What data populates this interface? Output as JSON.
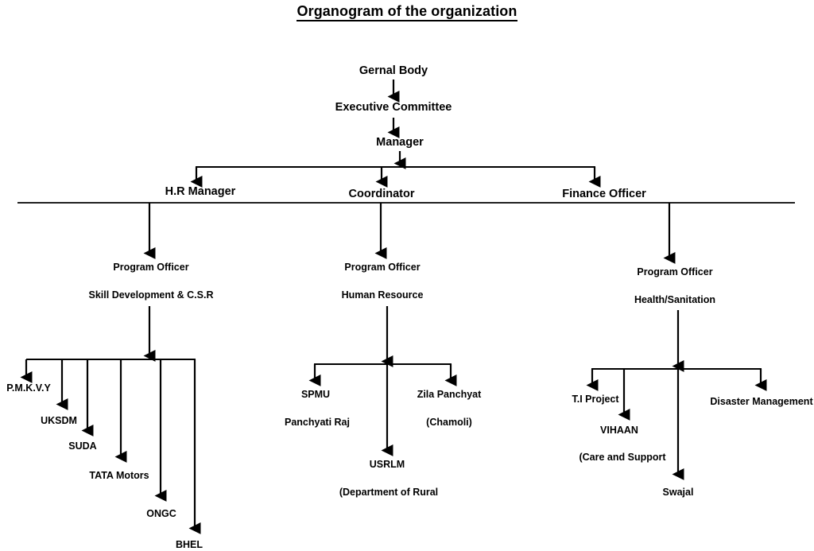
{
  "title": "Organogram of the organization",
  "colors": {
    "ink": "#000000",
    "background": "#ffffff"
  },
  "nodes": {
    "general_body": "Gernal Body",
    "executive_committee": "Executive Committee",
    "manager": "Manager",
    "hr_manager": "H.R Manager",
    "coordinator": "Coordinator",
    "finance_officer": "Finance Officer",
    "po_left": "Program Officer",
    "po_left_sub": "Skill Development & C.S.R",
    "po_mid": "Program Officer",
    "po_mid_sub": "Human Resource",
    "po_right": "Program Officer",
    "po_right_sub": "Health/Sanitation",
    "pmkvy": "P.M.K.V.Y",
    "uksdm": "UKSDM",
    "suda": "SUDA",
    "tata_motors": "TATA Motors",
    "ongc": "ONGC",
    "bhel": "BHEL",
    "spmu": "SPMU",
    "spmu_sub": "Panchyati Raj",
    "usrlm": "USRLM",
    "usrlm_sub": "(Department of Rural",
    "zila_panchyat": "Zila Panchyat",
    "zila_panchyat_sub": "(Chamoli)",
    "ti_project": "T.I Project",
    "vihaan": "VIHAAN",
    "vihaan_sub": "(Care and Support",
    "swajal": "Swajal",
    "disaster_management": "Disaster Management"
  },
  "chart_data": {
    "type": "diagram",
    "title": "Organogram of the organization",
    "orientation": "top-down",
    "levels": [
      {
        "level": 0,
        "items": [
          "Gernal Body"
        ]
      },
      {
        "level": 1,
        "items": [
          "Executive Committee"
        ]
      },
      {
        "level": 2,
        "items": [
          "Manager"
        ]
      },
      {
        "level": 3,
        "items": [
          "H.R Manager",
          "Coordinator",
          "Finance Officer"
        ]
      },
      {
        "level": 4,
        "items": [
          "Program Officer - Skill Development & C.S.R",
          "Program Officer - Human Resource",
          "Program Officer - Health/Sanitation"
        ]
      },
      {
        "level": 5,
        "items": [
          "P.M.K.V.Y",
          "UKSDM",
          "SUDA",
          "TATA Motors",
          "ONGC",
          "BHEL",
          "SPMU (Panchyati Raj)",
          "USRLM ((Department of Rural)",
          "Zila Panchyat ((Chamoli))",
          "T.I Project",
          "VIHAAN ((Care and Support)",
          "Swajal",
          "Disaster Management"
        ]
      }
    ],
    "edges": [
      [
        "Gernal Body",
        "Executive Committee"
      ],
      [
        "Executive Committee",
        "Manager"
      ],
      [
        "Manager",
        "H.R Manager"
      ],
      [
        "Manager",
        "Coordinator"
      ],
      [
        "Manager",
        "Finance Officer"
      ],
      [
        "H.R Manager",
        "Program Officer - Skill Development & C.S.R"
      ],
      [
        "Coordinator",
        "Program Officer - Human Resource"
      ],
      [
        "Finance Officer",
        "Program Officer - Health/Sanitation"
      ],
      [
        "Program Officer - Skill Development & C.S.R",
        "P.M.K.V.Y"
      ],
      [
        "Program Officer - Skill Development & C.S.R",
        "UKSDM"
      ],
      [
        "Program Officer - Skill Development & C.S.R",
        "SUDA"
      ],
      [
        "Program Officer - Skill Development & C.S.R",
        "TATA Motors"
      ],
      [
        "Program Officer - Skill Development & C.S.R",
        "ONGC"
      ],
      [
        "Program Officer - Skill Development & C.S.R",
        "BHEL"
      ],
      [
        "Program Officer - Human Resource",
        "SPMU"
      ],
      [
        "Program Officer - Human Resource",
        "USRLM"
      ],
      [
        "Program Officer - Human Resource",
        "Zila Panchyat"
      ],
      [
        "Program Officer - Health/Sanitation",
        "T.I Project"
      ],
      [
        "Program Officer - Health/Sanitation",
        "VIHAAN"
      ],
      [
        "Program Officer - Health/Sanitation",
        "Swajal"
      ],
      [
        "Program Officer - Health/Sanitation",
        "Disaster Management"
      ]
    ]
  }
}
